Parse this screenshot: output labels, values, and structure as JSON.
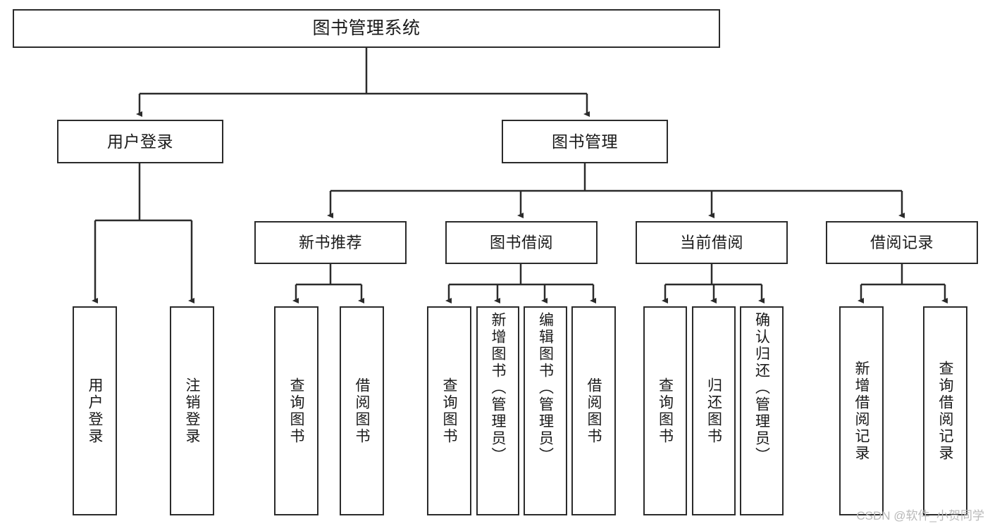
{
  "diagram": {
    "title": "图书管理系统",
    "type": "tree-hierarchy-diagram",
    "watermark": "CSDN @软件_小贺同学",
    "colors": {
      "box_border": "#2b2b2b",
      "box_fill": "#ffffff",
      "connector": "#2b2b2b",
      "text": "#1a1a1a",
      "watermark": "#b9b9b9",
      "background": "#ffffff"
    },
    "nodes": {
      "root": {
        "label": "图书管理系统"
      },
      "level2": [
        {
          "label": "用户登录"
        },
        {
          "label": "图书管理"
        }
      ],
      "level3": [
        {
          "label": "新书推荐"
        },
        {
          "label": "图书借阅"
        },
        {
          "label": "当前借阅"
        },
        {
          "label": "借阅记录"
        }
      ],
      "leaves": {
        "user_login": [
          {
            "label": "用户登录"
          },
          {
            "label": "注销登录"
          }
        ],
        "new_book_recommend": [
          {
            "label": "查询图书"
          },
          {
            "label": "借阅图书"
          }
        ],
        "book_borrow": [
          {
            "label": "查询图书"
          },
          {
            "label": "新增图书（管理员）"
          },
          {
            "label": "编辑图书（管理员）"
          },
          {
            "label": "借阅图书"
          }
        ],
        "current_borrow": [
          {
            "label": "查询图书"
          },
          {
            "label": "归还图书"
          },
          {
            "label": "确认归还（管理员）"
          }
        ],
        "borrow_record": [
          {
            "label": "新增借阅记录"
          },
          {
            "label": "查询借阅记录"
          }
        ]
      }
    }
  }
}
